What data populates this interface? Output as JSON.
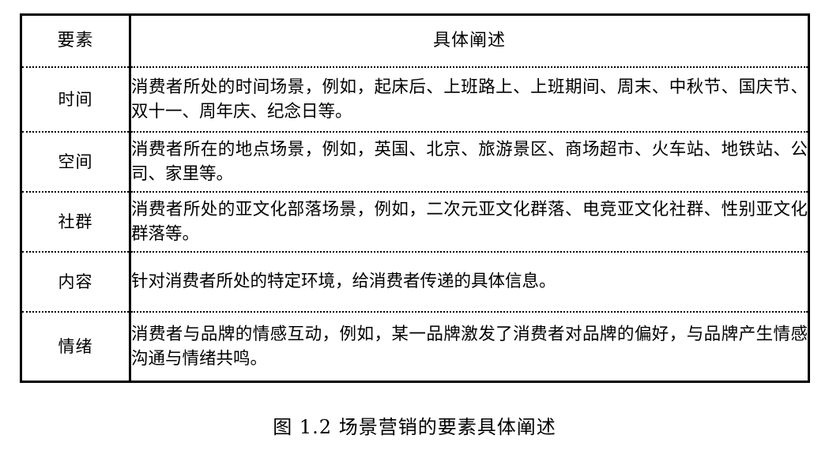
{
  "table": {
    "headers": {
      "element": "要素",
      "description": "具体阐述"
    },
    "rows": [
      {
        "element": "时间",
        "description": "消费者所处的时间场景，例如，起床后、上班路上、上班期间、周末、中秋节、国庆节、双十一、周年庆、纪念日等。"
      },
      {
        "element": "空间",
        "description": "消费者所在的地点场景，例如，英国、北京、旅游景区、商场超市、火车站、地铁站、公司、家里等。"
      },
      {
        "element": "社群",
        "description": "消费者所处的亚文化部落场景，例如，二次元亚文化群落、电竞亚文化社群、性别亚文化群落等。"
      },
      {
        "element": "内容",
        "description": "针对消费者所处的特定环境，给消费者传递的具体信息。"
      },
      {
        "element": "情绪",
        "description": "消费者与品牌的情感互动，例如，某一品牌激发了消费者对品牌的偏好，与品牌产生情感沟通与情绪共鸣。"
      }
    ]
  },
  "caption": "图 1.2 场景营销的要素具体阐述",
  "colors": {
    "border": "#000000",
    "text": "#000000",
    "background": "#ffffff"
  }
}
